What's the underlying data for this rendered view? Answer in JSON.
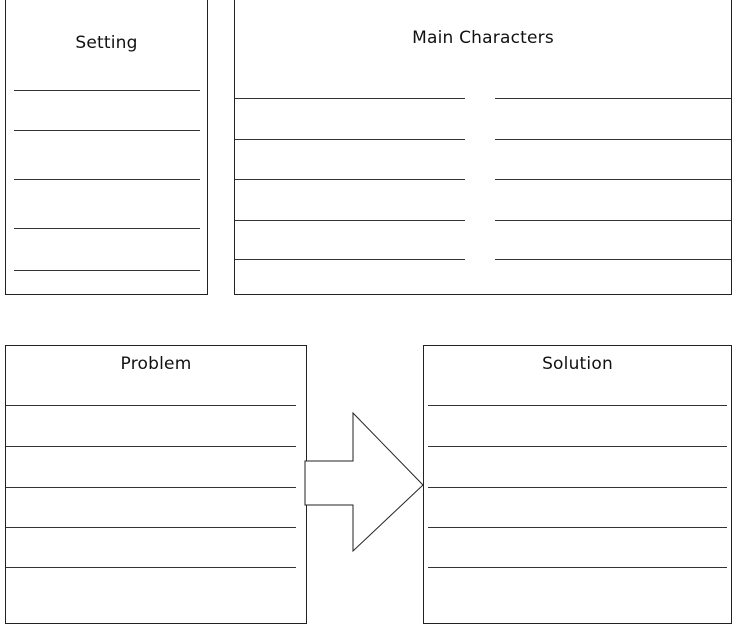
{
  "setting": {
    "title": "Setting"
  },
  "main_characters": {
    "title": "Main Characters"
  },
  "problem": {
    "title": "Problem"
  },
  "solution": {
    "title": "Solution"
  },
  "colors": {
    "line": "#333333",
    "border": "#222222",
    "background": "#ffffff"
  }
}
